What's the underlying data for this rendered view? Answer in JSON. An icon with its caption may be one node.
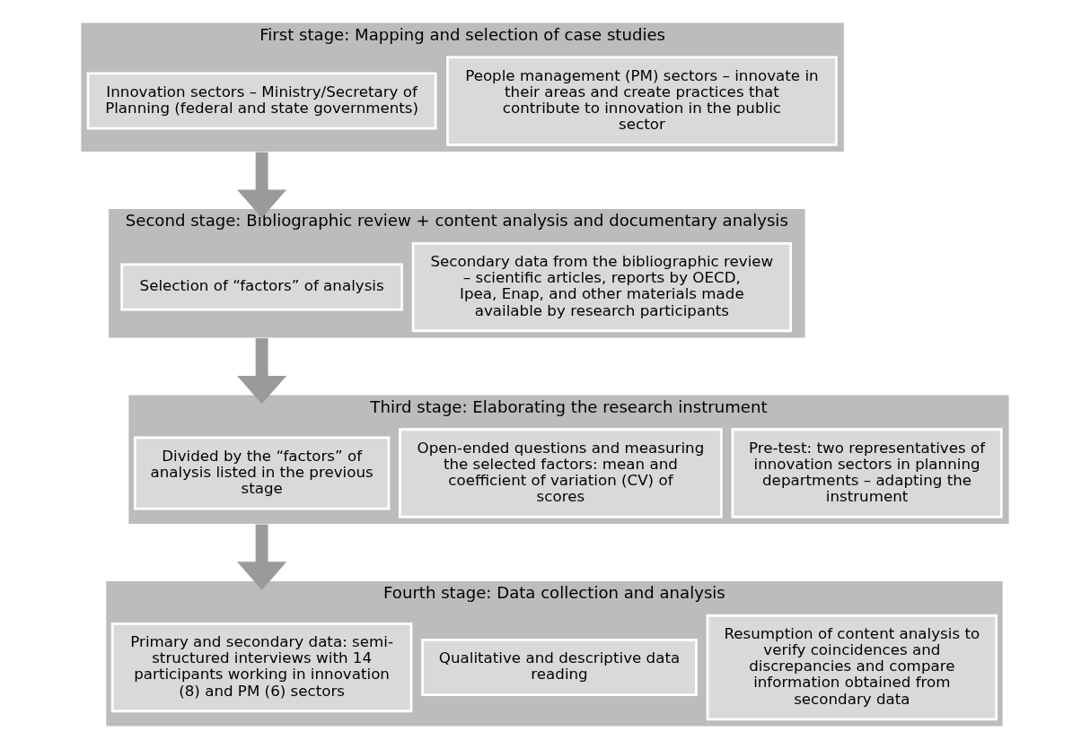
{
  "diagram": {
    "nodes": [
      {
        "text": [
          "First stage: Mapping and selection of case studies"
        ]
      },
      {
        "text": [
          "Innovation sectors – Ministry/Secretary of Planning (federal and state governments)"
        ],
        "in": 0
      },
      {
        "text": [
          "People management (PM) sectors – innovate in their areas and create practices that contribute to innovation in the public sector"
        ],
        "in": 0
      },
      {
        "text": [
          "Second stage: Bibliographic review + content analysis and documentary analysis"
        ]
      },
      {
        "text": [
          "Selection of “factors” of analysis"
        ],
        "in": 3
      },
      {
        "text": [
          "Secondary data from the bibliographic review – scientific articles, reports by OECD, Ipea, Enap, and other materials made available by research participants"
        ],
        "in": 3
      },
      {
        "text": [
          "Third stage: Elaborating the research instrument"
        ]
      },
      {
        "text": [
          "Divided by the “factors” of analysis listed in the previous stage"
        ],
        "in": 6
      },
      {
        "text": [
          "Open-ended questions and measuring the selected factors: mean and coefficient of variation (CV) of scores"
        ],
        "in": 6
      },
      {
        "text": [
          "Pre-test: two representatives of innovation sectors in planning departments – adapting the instrument"
        ],
        "in": 6
      },
      {
        "text": [
          "Fourth stage: Data collection and analysis"
        ]
      },
      {
        "text": [
          "Primary and secondary data: semi-structured interviews with 14 participants working in innovation (8) and PM (6) sectors"
        ],
        "in": 10
      },
      {
        "text": [
          "Qualitative and descriptive data reading"
        ],
        "in": 10
      },
      {
        "text": [
          "Resumption of content analysis to verify coincidences and discrepancies and compare information obtained from secondary data"
        ],
        "in": 10
      }
    ],
    "edges": [
      {
        "from": 0,
        "to": 3,
        "arrow": "to"
      },
      {
        "from": 3,
        "to": 6,
        "arrow": "to"
      },
      {
        "from": 6,
        "to": 10,
        "arrow": "to"
      }
    ]
  }
}
